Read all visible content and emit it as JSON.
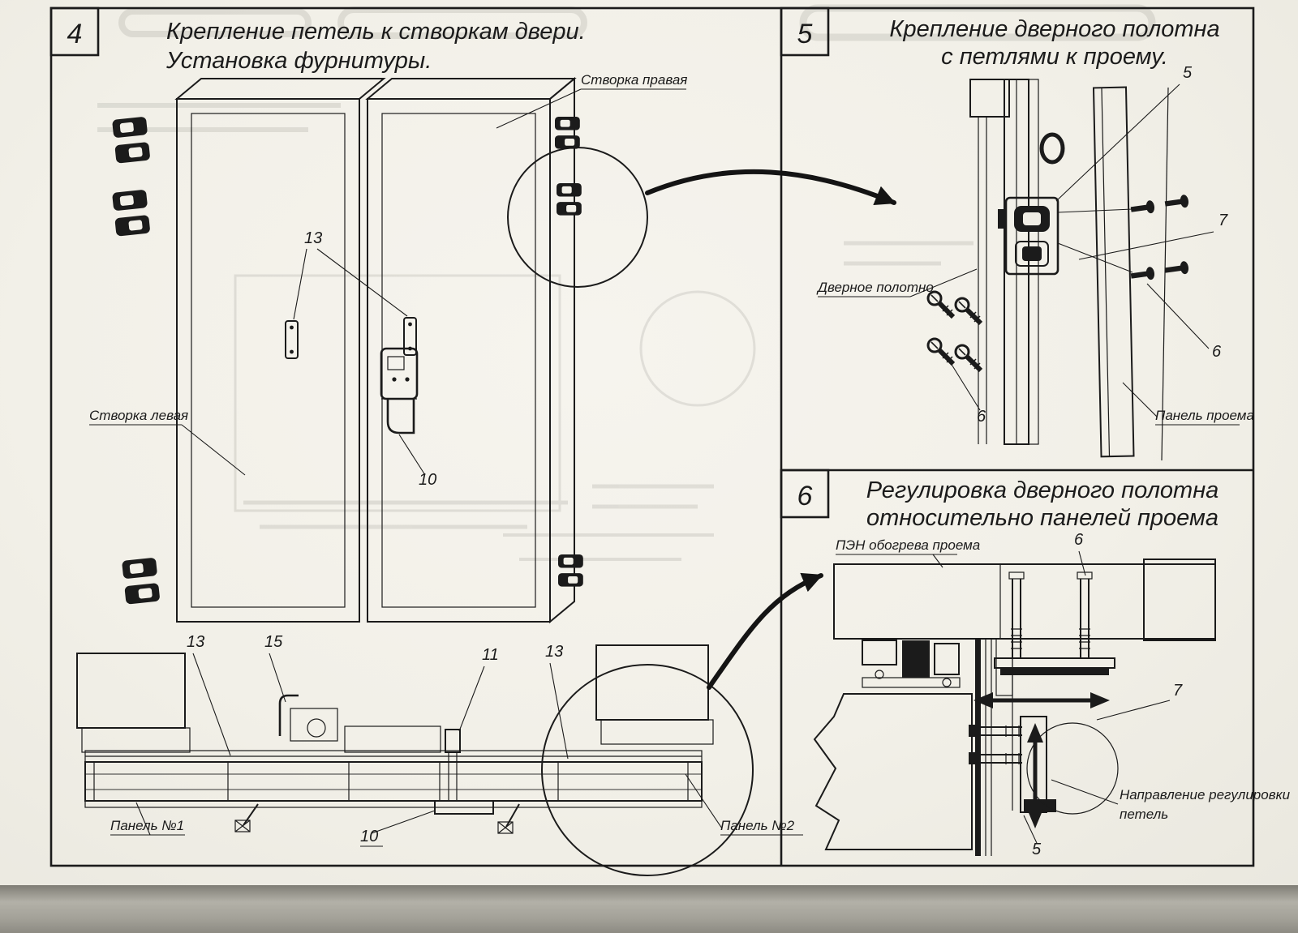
{
  "sheet": {
    "background": "#f2f0e8",
    "ink": "#1b1b1b"
  },
  "panel4": {
    "number": "4",
    "title1": "Крепление петель к створкам двери.",
    "title2": "Установка фурнитуры.",
    "label_leaf_right": "Створка правая",
    "label_leaf_left": "Створка левая",
    "label_panel1": "Панель №1",
    "label_panel2": "Панель №2",
    "callout_13_doors": "13",
    "callout_10_doors": "10",
    "callout_13_sec_left": "13",
    "callout_15": "15",
    "callout_11": "11",
    "callout_13_sec_right": "13",
    "callout_10_sec": "10"
  },
  "panel5": {
    "number": "5",
    "title1": "Крепление дверного полотна",
    "title2": "с петлями к проему.",
    "label_door_leaf": "Дверное полотно",
    "label_opening_panel": "Панель проема",
    "callout_5": "5",
    "callout_7": "7",
    "callout_6_right": "6",
    "callout_6_left": "6"
  },
  "panel6": {
    "number": "6",
    "title1": "Регулировка дверного полотна",
    "title2": "относительно панелей проема",
    "label_heater": "ПЭН обогрева проема",
    "label_direction1": "Направление регулировки",
    "label_direction2": "петель",
    "callout_6": "6",
    "callout_7": "7",
    "callout_5": "5"
  }
}
